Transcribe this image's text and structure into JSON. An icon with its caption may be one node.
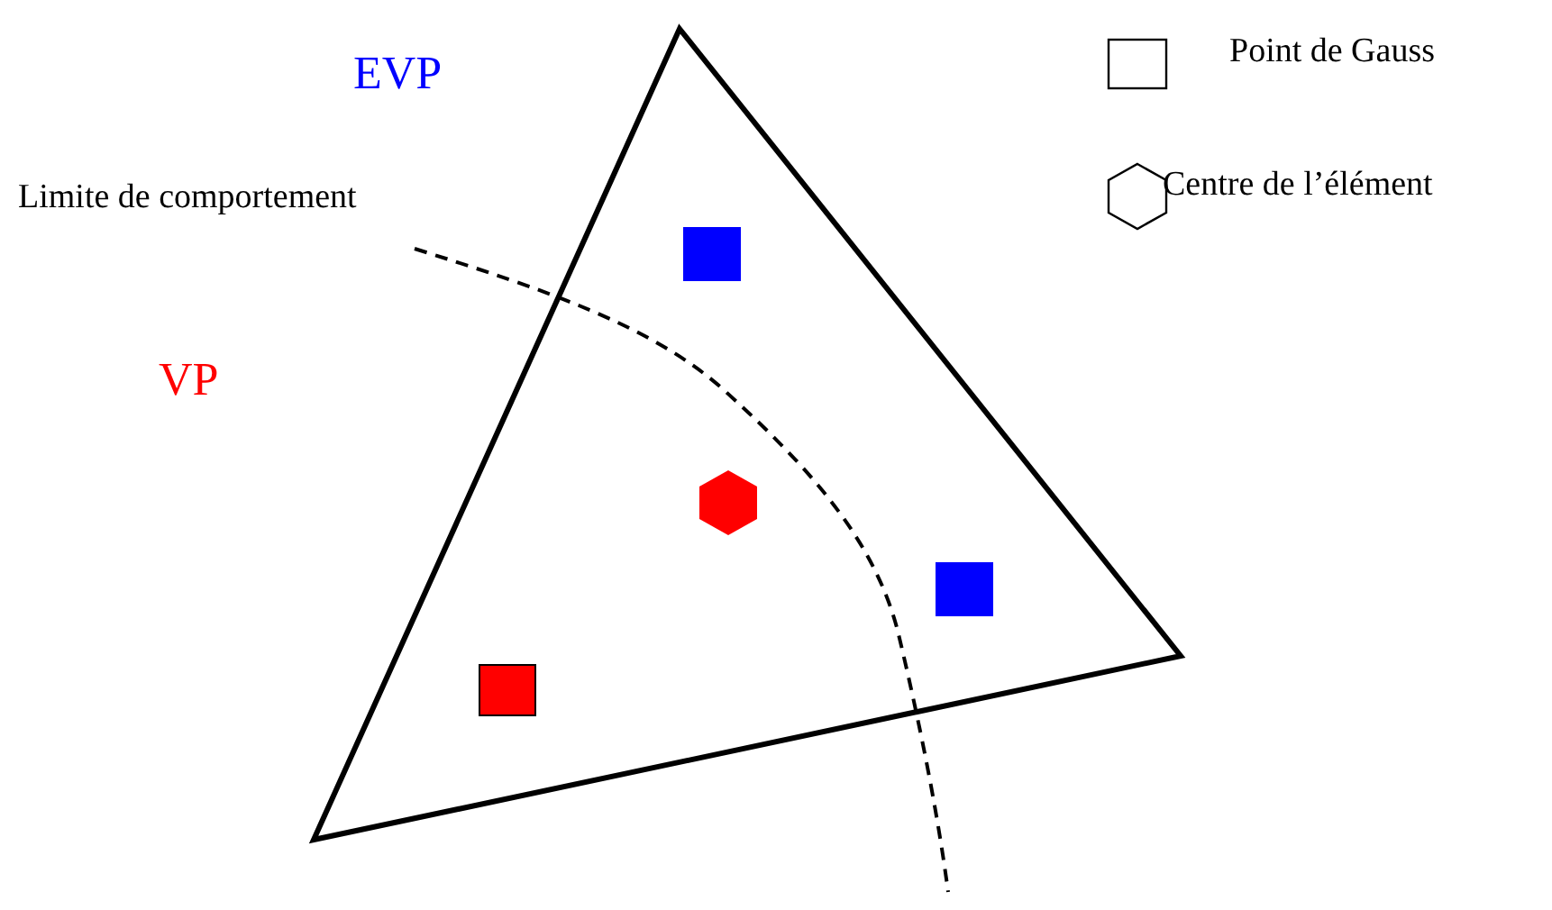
{
  "diagram": {
    "labels": [
      "EVP",
      "Limite de comportement",
      "VP"
    ],
    "legend": [
      {
        "text": "Point de Gauss"
      },
      {
        "text": "Centre de l’élément"
      }
    ]
  }
}
